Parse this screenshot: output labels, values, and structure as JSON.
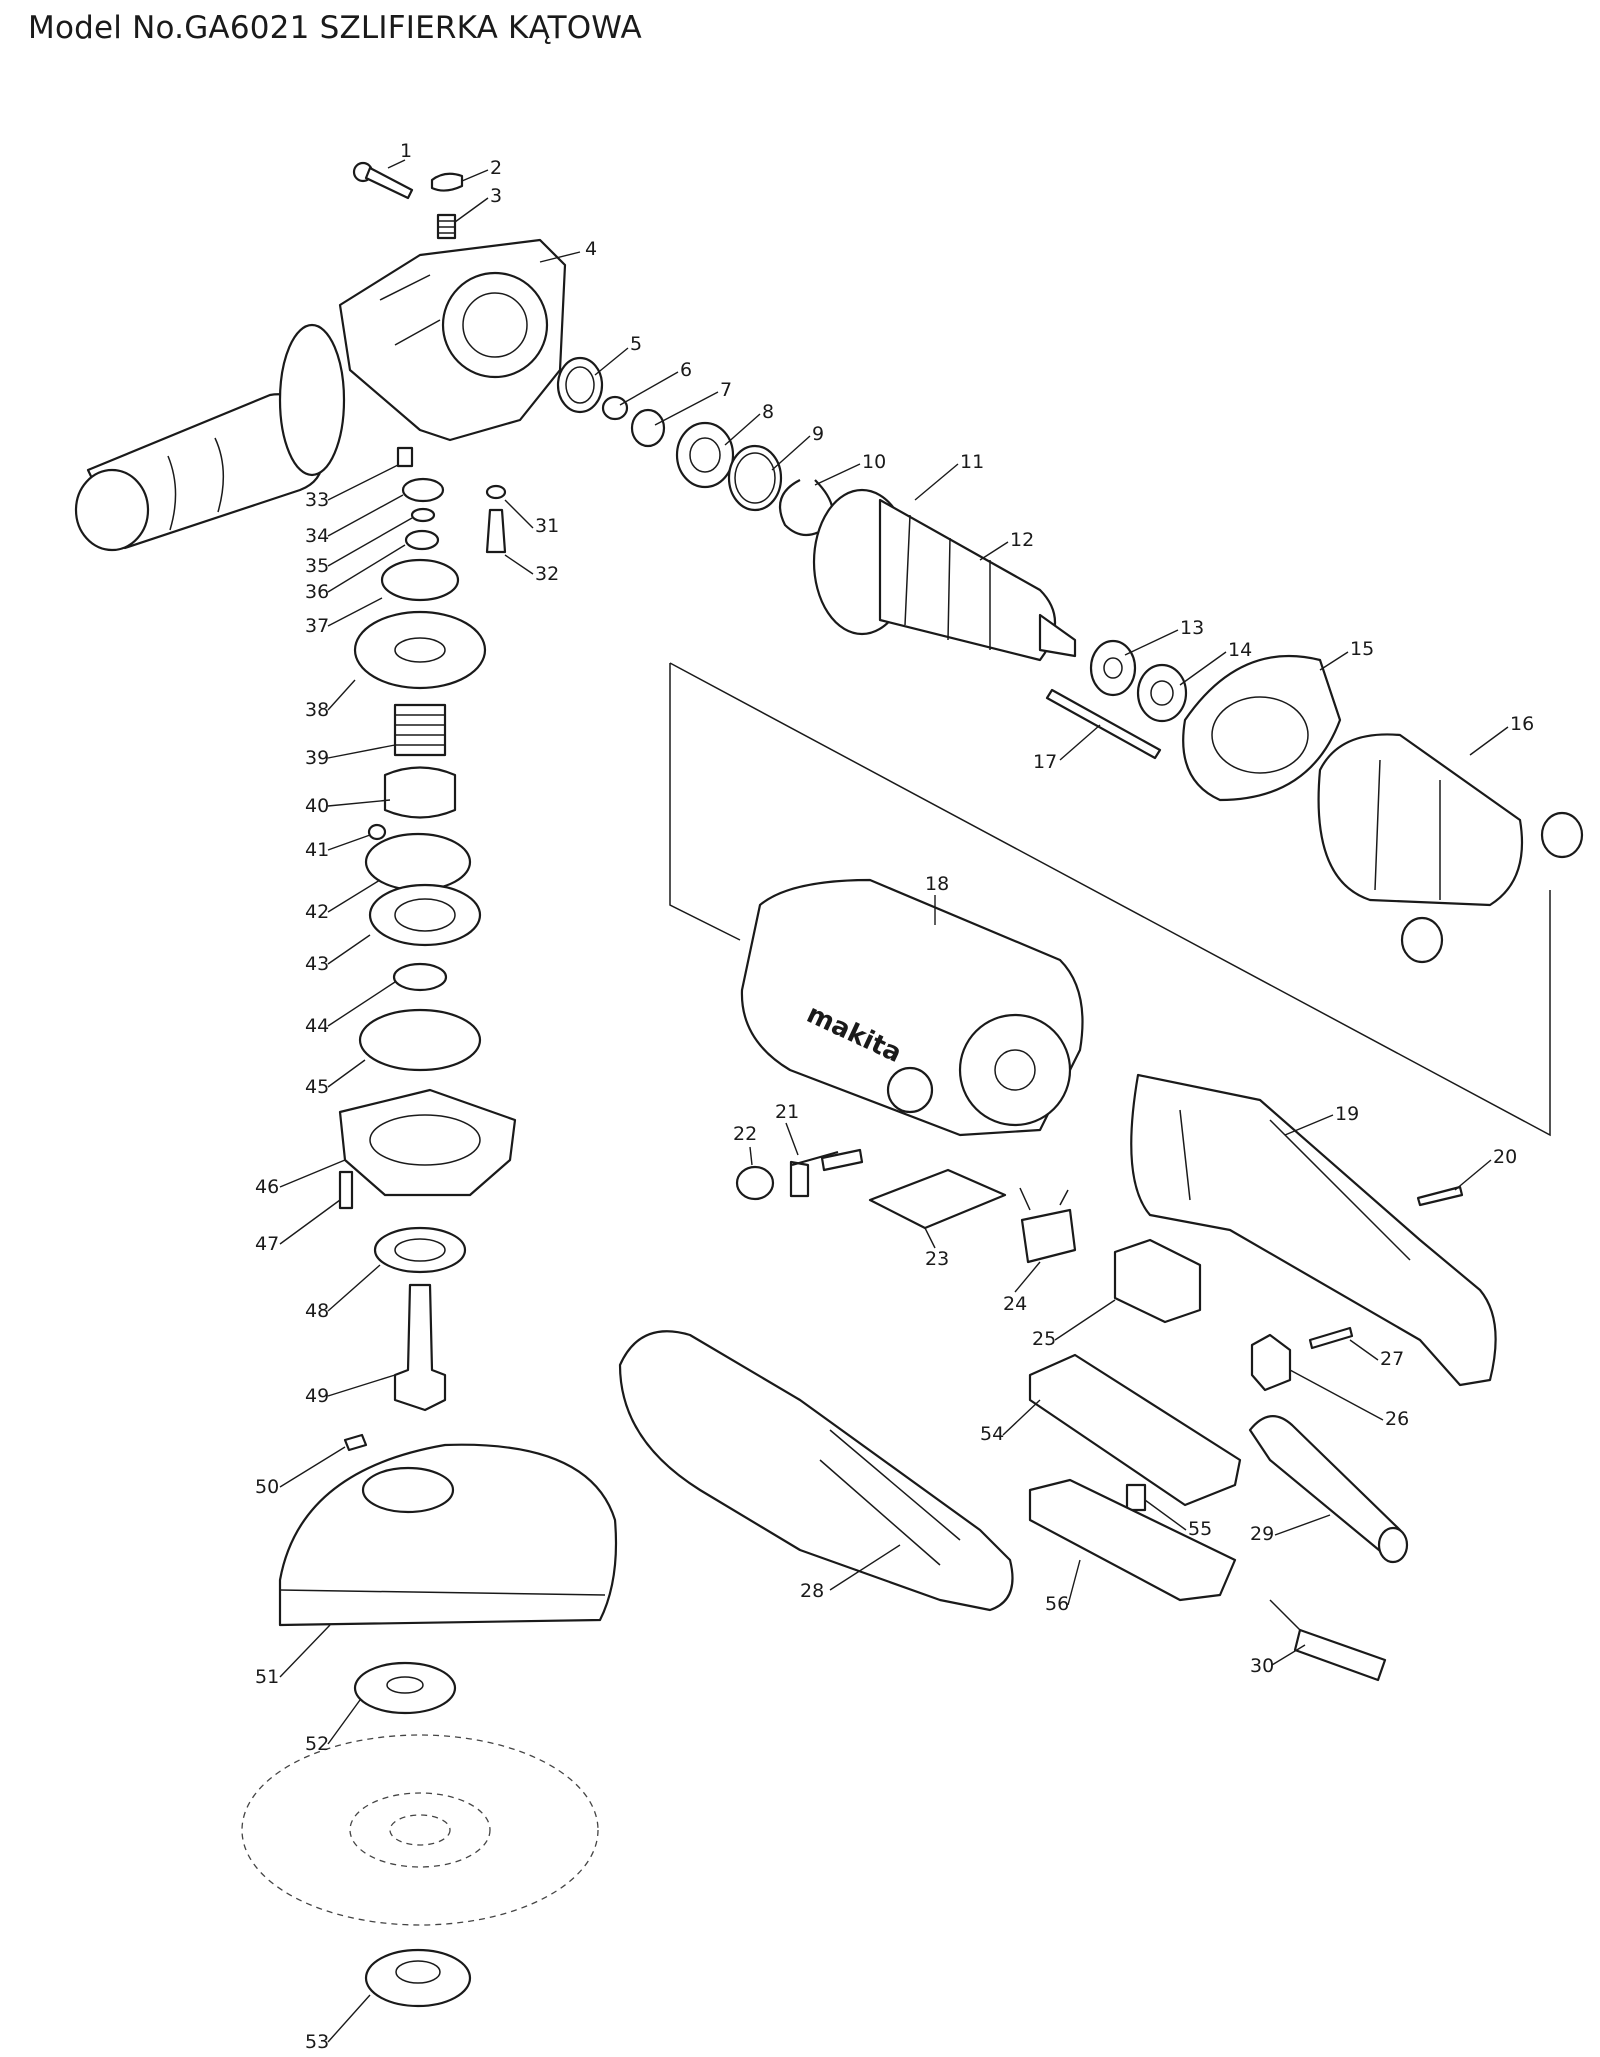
{
  "title": "Model No.GA6021 SZLIFIERKA KĄTOWA",
  "brand_logo": "makita",
  "callouts": [
    {
      "id": "1",
      "label": "1"
    },
    {
      "id": "2",
      "label": "2"
    },
    {
      "id": "3",
      "label": "3"
    },
    {
      "id": "4",
      "label": "4"
    },
    {
      "id": "5",
      "label": "5"
    },
    {
      "id": "6",
      "label": "6"
    },
    {
      "id": "7",
      "label": "7"
    },
    {
      "id": "8",
      "label": "8"
    },
    {
      "id": "9",
      "label": "9"
    },
    {
      "id": "10",
      "label": "10"
    },
    {
      "id": "11",
      "label": "11"
    },
    {
      "id": "12",
      "label": "12"
    },
    {
      "id": "13",
      "label": "13"
    },
    {
      "id": "14",
      "label": "14"
    },
    {
      "id": "15",
      "label": "15"
    },
    {
      "id": "16",
      "label": "16"
    },
    {
      "id": "17",
      "label": "17"
    },
    {
      "id": "18",
      "label": "18"
    },
    {
      "id": "19",
      "label": "19"
    },
    {
      "id": "20",
      "label": "20"
    },
    {
      "id": "21",
      "label": "21"
    },
    {
      "id": "22",
      "label": "22"
    },
    {
      "id": "23",
      "label": "23"
    },
    {
      "id": "24",
      "label": "24"
    },
    {
      "id": "25",
      "label": "25"
    },
    {
      "id": "26",
      "label": "26"
    },
    {
      "id": "27",
      "label": "27"
    },
    {
      "id": "28",
      "label": "28"
    },
    {
      "id": "29",
      "label": "29"
    },
    {
      "id": "30",
      "label": "30"
    },
    {
      "id": "31",
      "label": "31"
    },
    {
      "id": "32",
      "label": "32"
    },
    {
      "id": "33",
      "label": "33"
    },
    {
      "id": "34",
      "label": "34"
    },
    {
      "id": "35",
      "label": "35"
    },
    {
      "id": "36",
      "label": "36"
    },
    {
      "id": "37",
      "label": "37"
    },
    {
      "id": "38",
      "label": "38"
    },
    {
      "id": "39",
      "label": "39"
    },
    {
      "id": "40",
      "label": "40"
    },
    {
      "id": "41",
      "label": "41"
    },
    {
      "id": "42",
      "label": "42"
    },
    {
      "id": "43",
      "label": "43"
    },
    {
      "id": "44",
      "label": "44"
    },
    {
      "id": "45",
      "label": "45"
    },
    {
      "id": "46",
      "label": "46"
    },
    {
      "id": "47",
      "label": "47"
    },
    {
      "id": "48",
      "label": "48"
    },
    {
      "id": "49",
      "label": "49"
    },
    {
      "id": "50",
      "label": "50"
    },
    {
      "id": "51",
      "label": "51"
    },
    {
      "id": "52",
      "label": "52"
    },
    {
      "id": "53",
      "label": "53"
    },
    {
      "id": "54",
      "label": "54"
    },
    {
      "id": "55",
      "label": "55"
    },
    {
      "id": "56",
      "label": "56"
    }
  ]
}
